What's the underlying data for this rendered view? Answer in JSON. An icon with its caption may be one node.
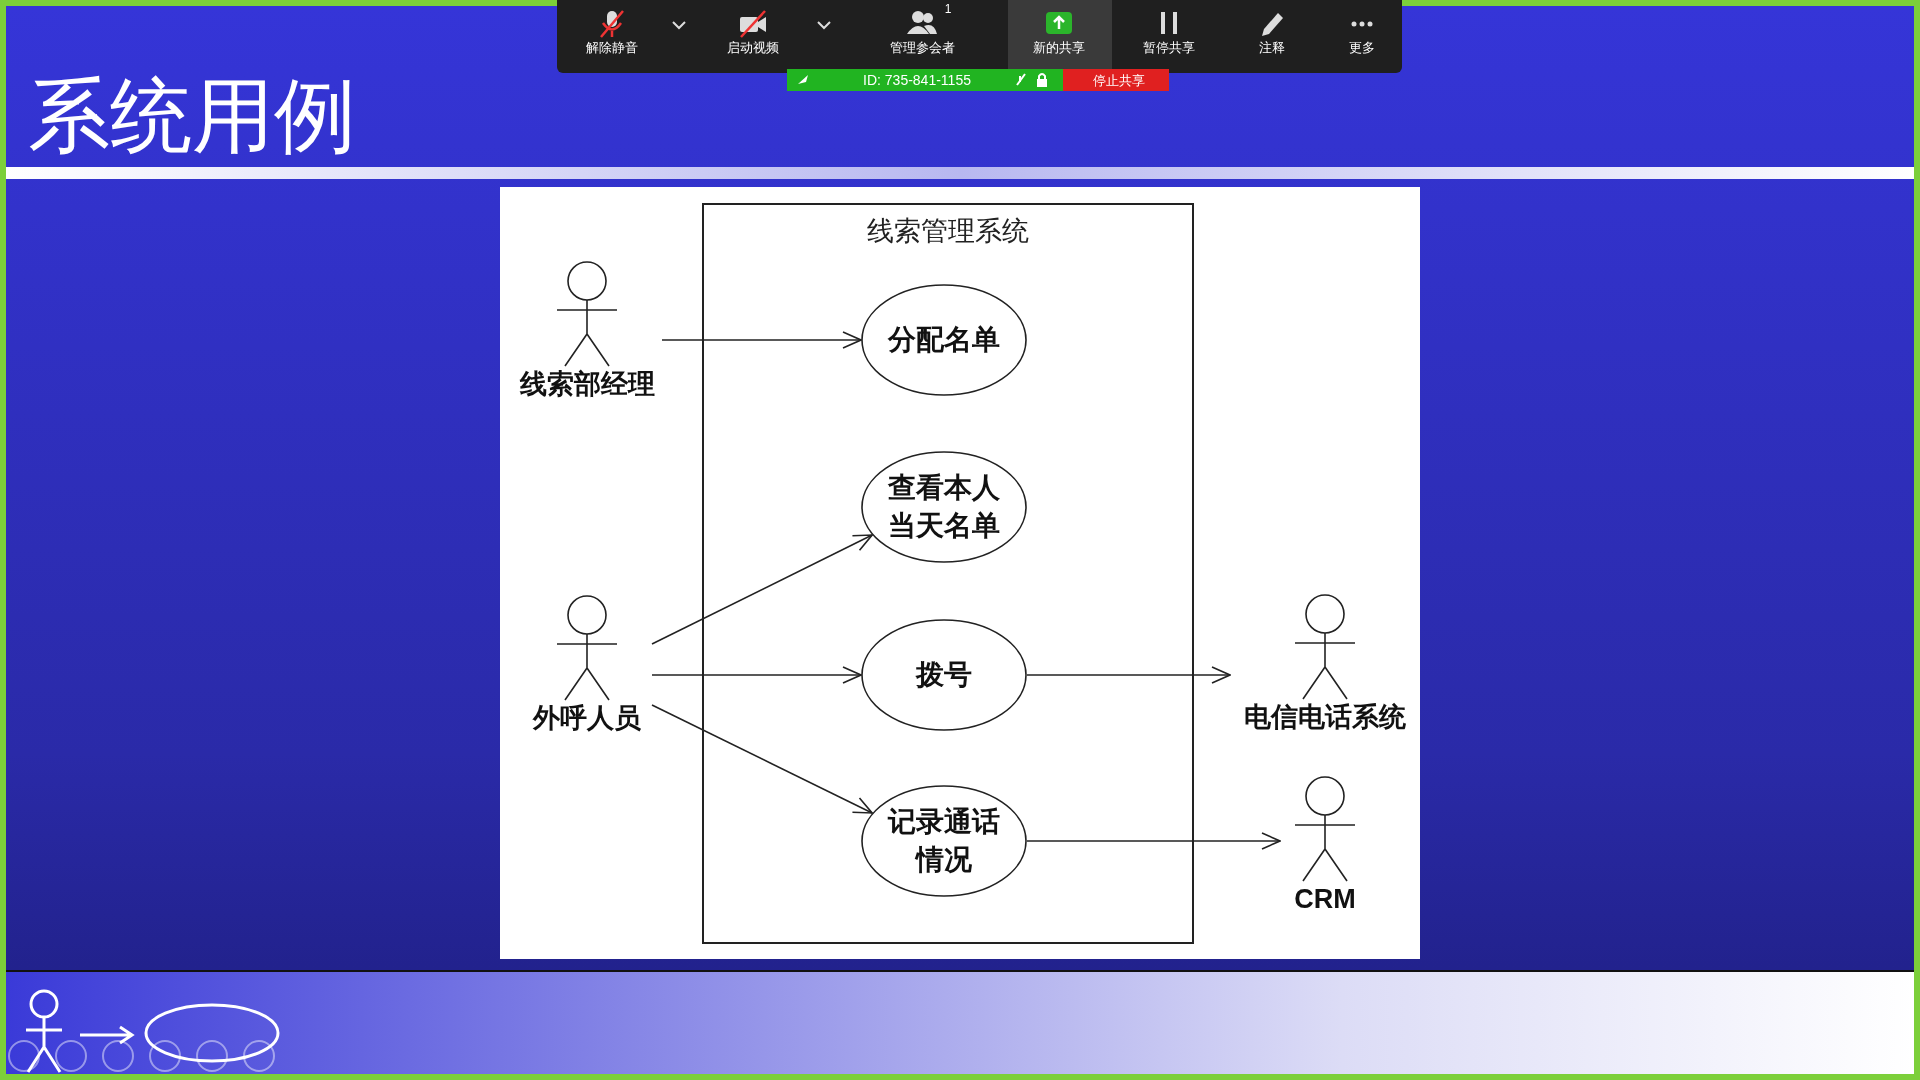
{
  "diagram": {
    "title": "系统用例",
    "nodes": [
      {
        "text": [
          "线索管理系统"
        ]
      },
      {
        "text": [
          "分配名单"
        ],
        "in": 0
      },
      {
        "text": [
          "查看本人当天名单"
        ],
        "in": 0
      },
      {
        "text": [
          "拨号"
        ],
        "in": 0
      },
      {
        "text": [
          "记录通话情况"
        ],
        "in": 0
      },
      {
        "text": [
          "线索部经理"
        ]
      },
      {
        "text": [
          "外呼人员"
        ]
      },
      {
        "text": [
          "电信电话系统"
        ]
      },
      {
        "text": [
          "CRM"
        ]
      }
    ],
    "edges": [
      {
        "from": 5,
        "to": 1,
        "arrow": "to"
      },
      {
        "from": 6,
        "to": 2,
        "arrow": "to"
      },
      {
        "from": 6,
        "to": 3,
        "arrow": "to"
      },
      {
        "from": 6,
        "to": 4,
        "arrow": "to"
      },
      {
        "from": 3,
        "to": 7,
        "arrow": "to"
      },
      {
        "from": 4,
        "to": 8,
        "arrow": "to"
      }
    ],
    "labels": [
      "解除静音",
      "启动视频",
      "1",
      "管理参会者",
      "新的共享",
      "暂停共享",
      "注释",
      "更多",
      "ID: 735-841-1155",
      "停止共享"
    ]
  }
}
